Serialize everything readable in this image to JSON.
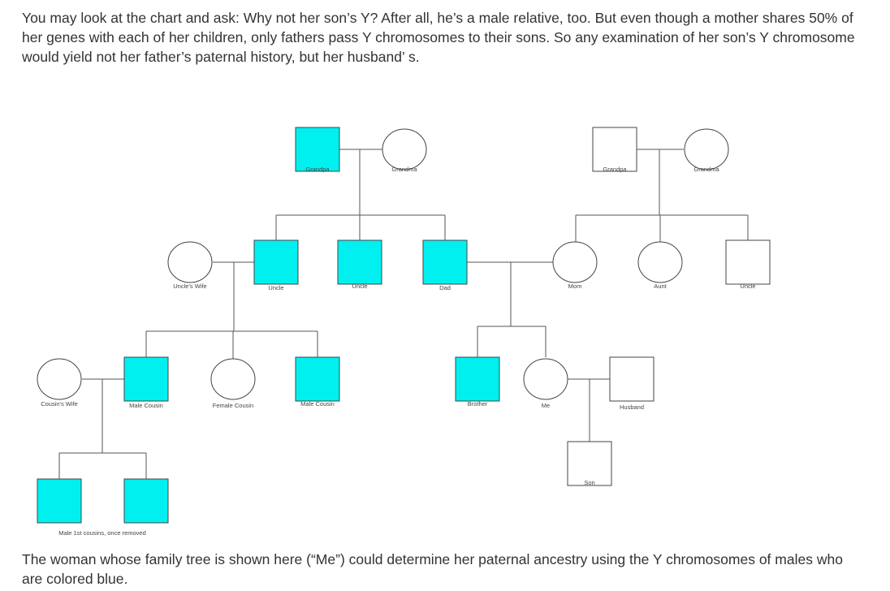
{
  "intro_text": "You may look at the chart and ask: Why not her son’s Y? After all, he’s a male relative, too. But even though a mother shares 50% of her genes with each of her children, only fathers pass Y chromosomes to their sons. So any examination of her son’s Y chromosome would yield not her father’s paternal history, but her husband’ s.",
  "outro_text": "The woman whose family tree is shown here (“Me”) could determine her paternal ancestry using the Y chromosomes of males who are colored blue.",
  "colors": {
    "highlight": "#00f0f0",
    "unshaded": "#ffffff"
  },
  "pedigree": {
    "legend": {
      "male": "square",
      "female": "circle",
      "highlighted": "male Y-line (blue)"
    },
    "people": [
      {
        "id": "paternal-grandpa",
        "sex": "male",
        "highlighted": true,
        "label": "Grandpa"
      },
      {
        "id": "paternal-grandma",
        "sex": "female",
        "highlighted": false,
        "label": "Grandma"
      },
      {
        "id": "maternal-grandpa",
        "sex": "male",
        "highlighted": false,
        "label": "Grandpa"
      },
      {
        "id": "maternal-grandma",
        "sex": "female",
        "highlighted": false,
        "label": "Grandma"
      },
      {
        "id": "uncles-wife",
        "sex": "female",
        "highlighted": false,
        "label": "Uncle's Wife"
      },
      {
        "id": "uncle-1",
        "sex": "male",
        "highlighted": true,
        "label": "Uncle"
      },
      {
        "id": "uncle-2",
        "sex": "male",
        "highlighted": true,
        "label": "Uncle"
      },
      {
        "id": "dad",
        "sex": "male",
        "highlighted": true,
        "label": "Dad"
      },
      {
        "id": "mom",
        "sex": "female",
        "highlighted": false,
        "label": "Mom"
      },
      {
        "id": "aunt",
        "sex": "female",
        "highlighted": false,
        "label": "Aunt"
      },
      {
        "id": "maternal-uncle",
        "sex": "male",
        "highlighted": false,
        "label": "Uncle"
      },
      {
        "id": "cousins-wife",
        "sex": "female",
        "highlighted": false,
        "label": "Cousin's Wife"
      },
      {
        "id": "male-cousin-1",
        "sex": "male",
        "highlighted": true,
        "label": "Male Cousin"
      },
      {
        "id": "female-cousin",
        "sex": "female",
        "highlighted": false,
        "label": "Female Cousin"
      },
      {
        "id": "male-cousin-2",
        "sex": "male",
        "highlighted": true,
        "label": "Male Cousin"
      },
      {
        "id": "brother",
        "sex": "male",
        "highlighted": true,
        "label": "Brother"
      },
      {
        "id": "me",
        "sex": "female",
        "highlighted": false,
        "label": "Me"
      },
      {
        "id": "husband",
        "sex": "male",
        "highlighted": false,
        "label": "Husband"
      },
      {
        "id": "son",
        "sex": "male",
        "highlighted": false,
        "label": "Son"
      },
      {
        "id": "cousin-son-1",
        "sex": "male",
        "highlighted": true,
        "label": ""
      },
      {
        "id": "cousin-son-2",
        "sex": "male",
        "highlighted": true,
        "label": ""
      }
    ],
    "group_caption": "Male 1st cousins, once removed"
  }
}
